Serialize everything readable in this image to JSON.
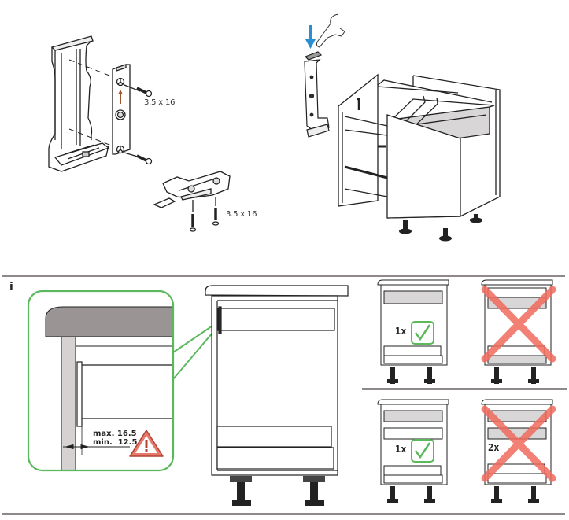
{
  "document": {
    "type": "assembly-instructions",
    "colors": {
      "detail_frame": "#5cb85c",
      "warning": "#e8786a",
      "reject_cross": "#f06a5c",
      "approve_check": "#5cb85c",
      "press_arrow": "#2a8fd0",
      "rule": "#8e8a8b",
      "worktop": "#9a9494",
      "drawer_fill": "#d8d6d6"
    }
  },
  "step_top": {
    "left_panel": {
      "screw_label_1": "3.5 x 16",
      "screw_label_2": "3.5 x 16"
    },
    "right_panel": {
      "action": "press-down"
    }
  },
  "info_section": {
    "marker": "i",
    "detail": {
      "max_label": "max. 16.5",
      "min_label": "min.  12.5"
    },
    "variants": [
      {
        "count_label": "1x",
        "status": "correct"
      },
      {
        "count_label": "",
        "status": "incorrect"
      },
      {
        "count_label": "1x",
        "status": "correct"
      },
      {
        "count_label": "2x",
        "status": "incorrect"
      }
    ]
  }
}
